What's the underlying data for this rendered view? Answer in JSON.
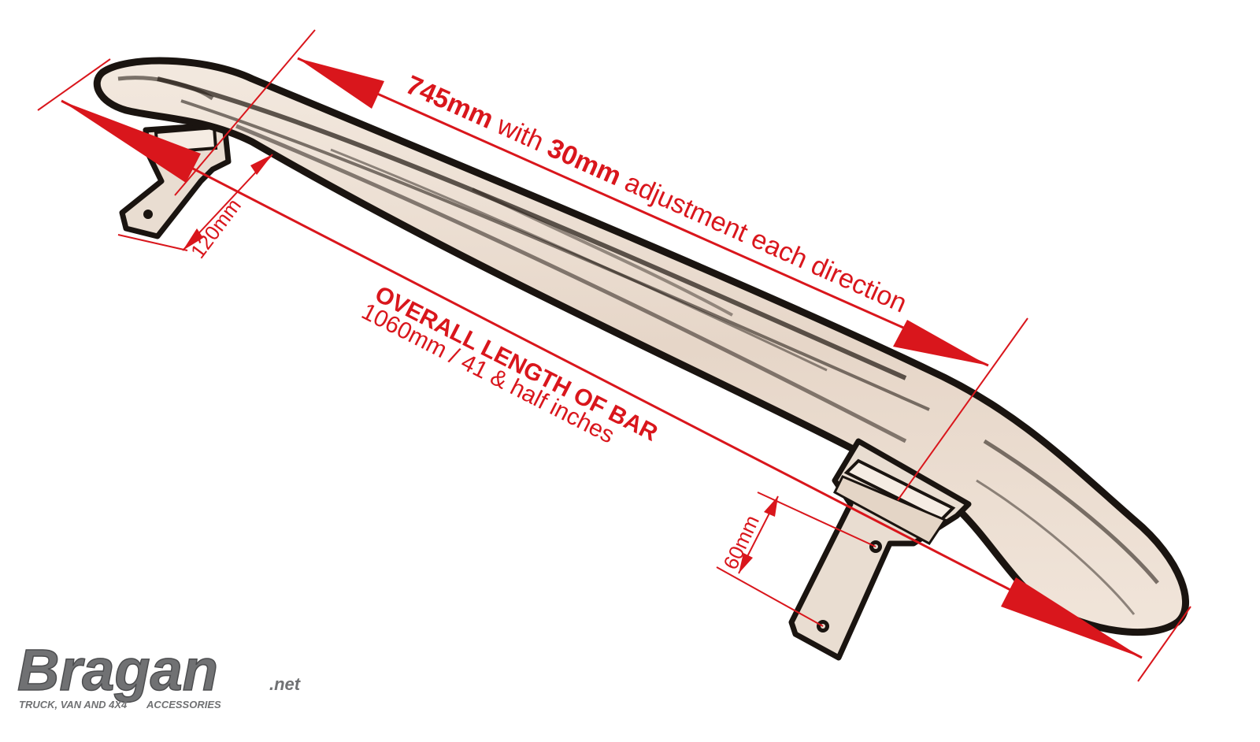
{
  "dimensions": {
    "adjustment": {
      "value": "745mm",
      "mid": " with ",
      "amount": "30mm",
      "rest": " adjustment each direction"
    },
    "overall": {
      "title": "OVERALL LENGTH OF BAR",
      "subtitle": "1060mm / 41 & half inches"
    },
    "bracket_height": "120mm",
    "hole_spacing": "60mm"
  },
  "brand": {
    "name": "Bragan",
    "tld": ".net",
    "tagline": "TRUCK, VAN AND 4X4       ACCESSORIES"
  },
  "colors": {
    "dimension": "#d9161c",
    "bar_fill": "#efe3d8",
    "bar_outline": "#1a1410",
    "logo": "#707173"
  }
}
